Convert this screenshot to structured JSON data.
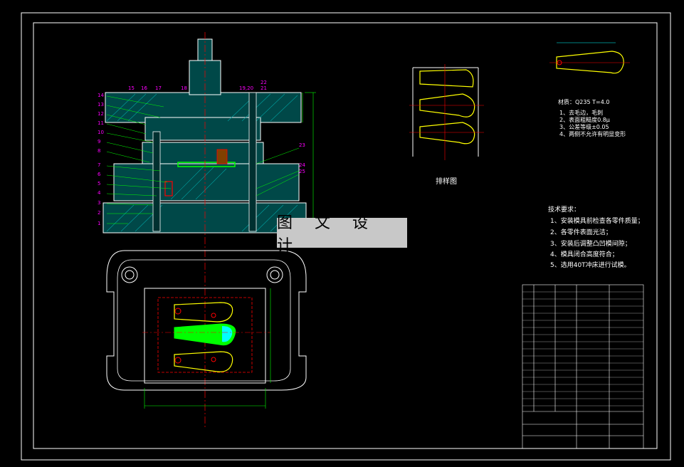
{
  "watermark": "图 文 设 计",
  "layout_caption": "排样图",
  "material_line": "材质：Q235    T=4.0",
  "part_notes": [
    "1、去毛边，毛刺",
    "2、表面粗糙度0.8μ",
    "3、公差等级±0.05",
    "4、两侧不允许有明显变形"
  ],
  "tech_title": "技术要求：",
  "tech_notes": [
    "1、安装模具前检查各零件质量；",
    "2、各零件表面光洁；",
    "3、安装后调整凸凹模间隙；",
    "4、模具闭合高度符合；",
    "5、选用40T冲床进行试模。"
  ],
  "section_callouts_left": [
    "14",
    "13",
    "12",
    "11",
    "10",
    "9",
    "8",
    "7",
    "6",
    "5",
    "4",
    "3",
    "2",
    "1"
  ],
  "section_callouts_top": [
    "15",
    "16",
    "17",
    "18",
    "19,20",
    "21",
    "22"
  ],
  "section_callouts_right": [
    "23",
    "24",
    "25"
  ],
  "colors": {
    "frame": "#ffffff",
    "hatch": "#008080",
    "centerline": "#ff0000",
    "callout": "#ff00ff",
    "part": "#ffff00",
    "part_fill": "#00ff00",
    "dimension": "#00ff00"
  }
}
